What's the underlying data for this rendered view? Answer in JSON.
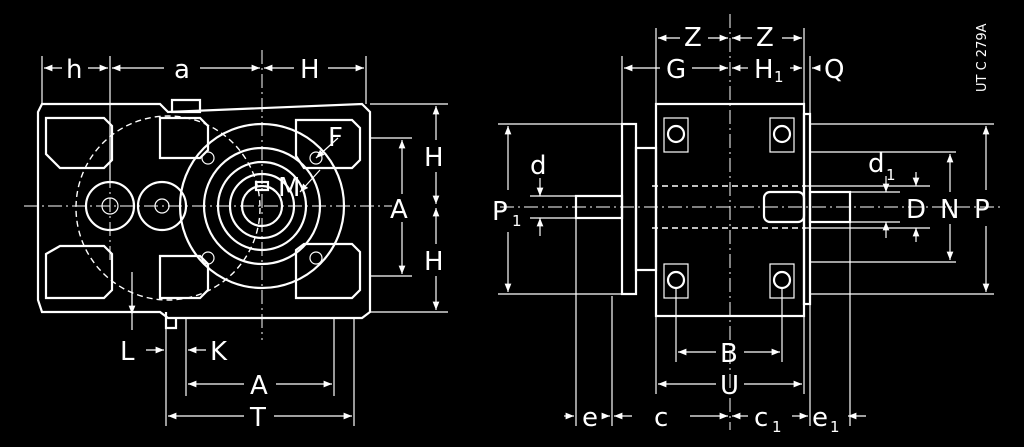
{
  "drawing_code": "UT C 279A",
  "left_view": {
    "labels": {
      "h": "h",
      "a": "a",
      "H_top": "H",
      "F": "F",
      "H_right_upper": "H",
      "H_right_lower": "H",
      "A_right": "A",
      "M": "M",
      "L": "L",
      "K": "K",
      "A_bottom": "A",
      "T": "T"
    }
  },
  "right_view": {
    "labels": {
      "Z_left": "Z",
      "Z_right": "Z",
      "G": "G",
      "H1_main": "H",
      "H1_sub": "1",
      "Q": "Q",
      "d": "d",
      "d1_main": "d",
      "d1_sub": "1",
      "P1_main": "P",
      "P1_sub": "1",
      "D": "D",
      "N": "N",
      "P": "P",
      "B": "B",
      "U": "U",
      "e": "e",
      "c": "c",
      "c1_main": "c",
      "c1_sub": "1",
      "e1_main": "e",
      "e1_sub": "1"
    }
  }
}
